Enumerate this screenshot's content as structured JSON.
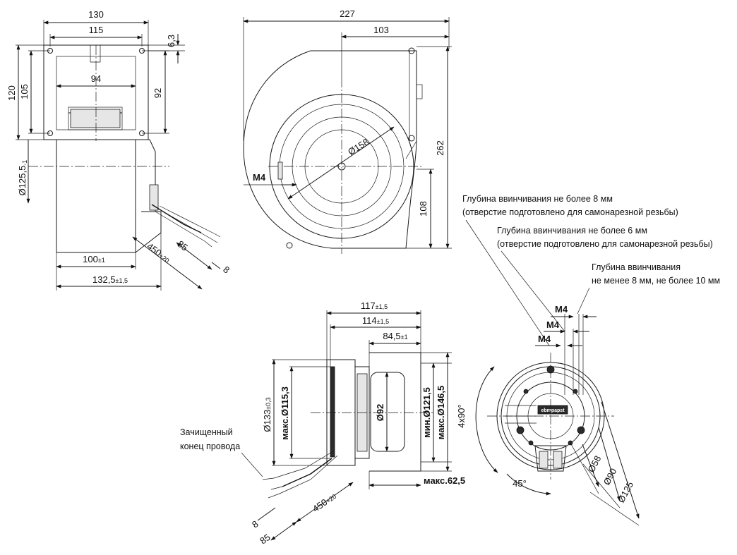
{
  "side_view": {
    "width_total": "130",
    "width_flange": "115",
    "inner_width": "94",
    "flange_thickness": "6,3",
    "height_total": "120",
    "height_holes": "105",
    "hole_spacing_v": "92",
    "diameter": "Ø125,5",
    "diameter_tol": "-1",
    "depth": "100",
    "depth_tol": "±1",
    "depth_total": "132,5",
    "depth_total_tol": "±1,5",
    "cable_length": "450",
    "cable_length_tol": "+20",
    "strip_length": "85",
    "strip_end": "8"
  },
  "front_view": {
    "width_total": "227",
    "width_half": "103",
    "height_total": "262",
    "outlet_height": "108",
    "impeller_diameter": "Ø158",
    "thread": "M4"
  },
  "notes": {
    "note1_line1": "Глубина ввинчивания не более 8 мм",
    "note1_line2": "(отверстие  подготовлено для самонарезной резьбы)",
    "note2_line1": "Глубина ввинчивания не более 6 мм",
    "note2_line2": "(отверстие подготовлено для самонарезной резьбы)",
    "note3_line1": "Глубина ввинчивания",
    "note3_line2": "не менее 8 мм, не более 10 мм",
    "stripped_line1": "Зачищенный",
    "stripped_line2": "конец провода"
  },
  "motor_view": {
    "len_117": "117",
    "len_117_tol": "±1,5",
    "len_114": "114",
    "len_114_tol": "±1,5",
    "len_84": "84,5",
    "len_84_tol": "±1",
    "dia_133": "Ø133",
    "dia_133_tol": "±0,3",
    "dia_max115": "макс.Ø115,3",
    "dia_92": "Ø92",
    "dia_min121": "мин.Ø121,5",
    "dia_max146": "макс.Ø146,5",
    "max_62": "макс.62,5",
    "cable_length": "450",
    "cable_length_tol": "+20",
    "strip_85": "85",
    "strip_8": "8"
  },
  "rear_view": {
    "m4_a": "M4",
    "m4_b": "M4",
    "m4_c": "M4",
    "angle_4x90": "4x90°",
    "angle_45": "45°",
    "dia_58": "Ø58",
    "dia_90": "Ø90",
    "dia_125": "Ø125",
    "brand": "ebmpapst"
  }
}
